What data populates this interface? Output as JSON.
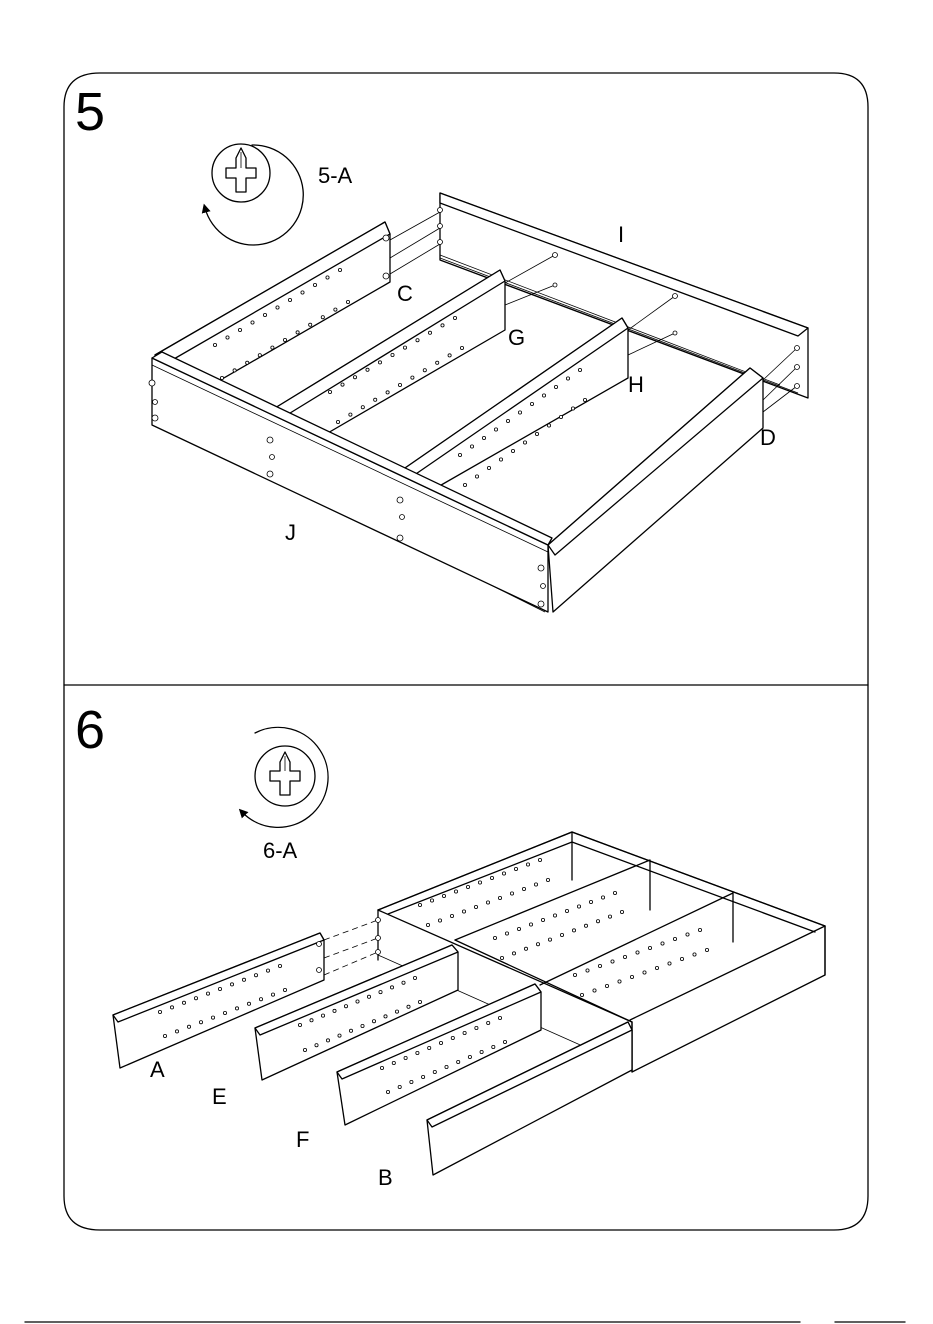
{
  "steps": [
    {
      "number": "5",
      "tool_label": "5-A",
      "tool_icon": "phillips-screwdriver-icon",
      "part_labels": [
        "I",
        "C",
        "G",
        "H",
        "D",
        "J"
      ]
    },
    {
      "number": "6",
      "tool_label": "6-A",
      "tool_icon": "phillips-screwdriver-icon",
      "part_labels": [
        "A",
        "E",
        "F",
        "B"
      ]
    }
  ]
}
